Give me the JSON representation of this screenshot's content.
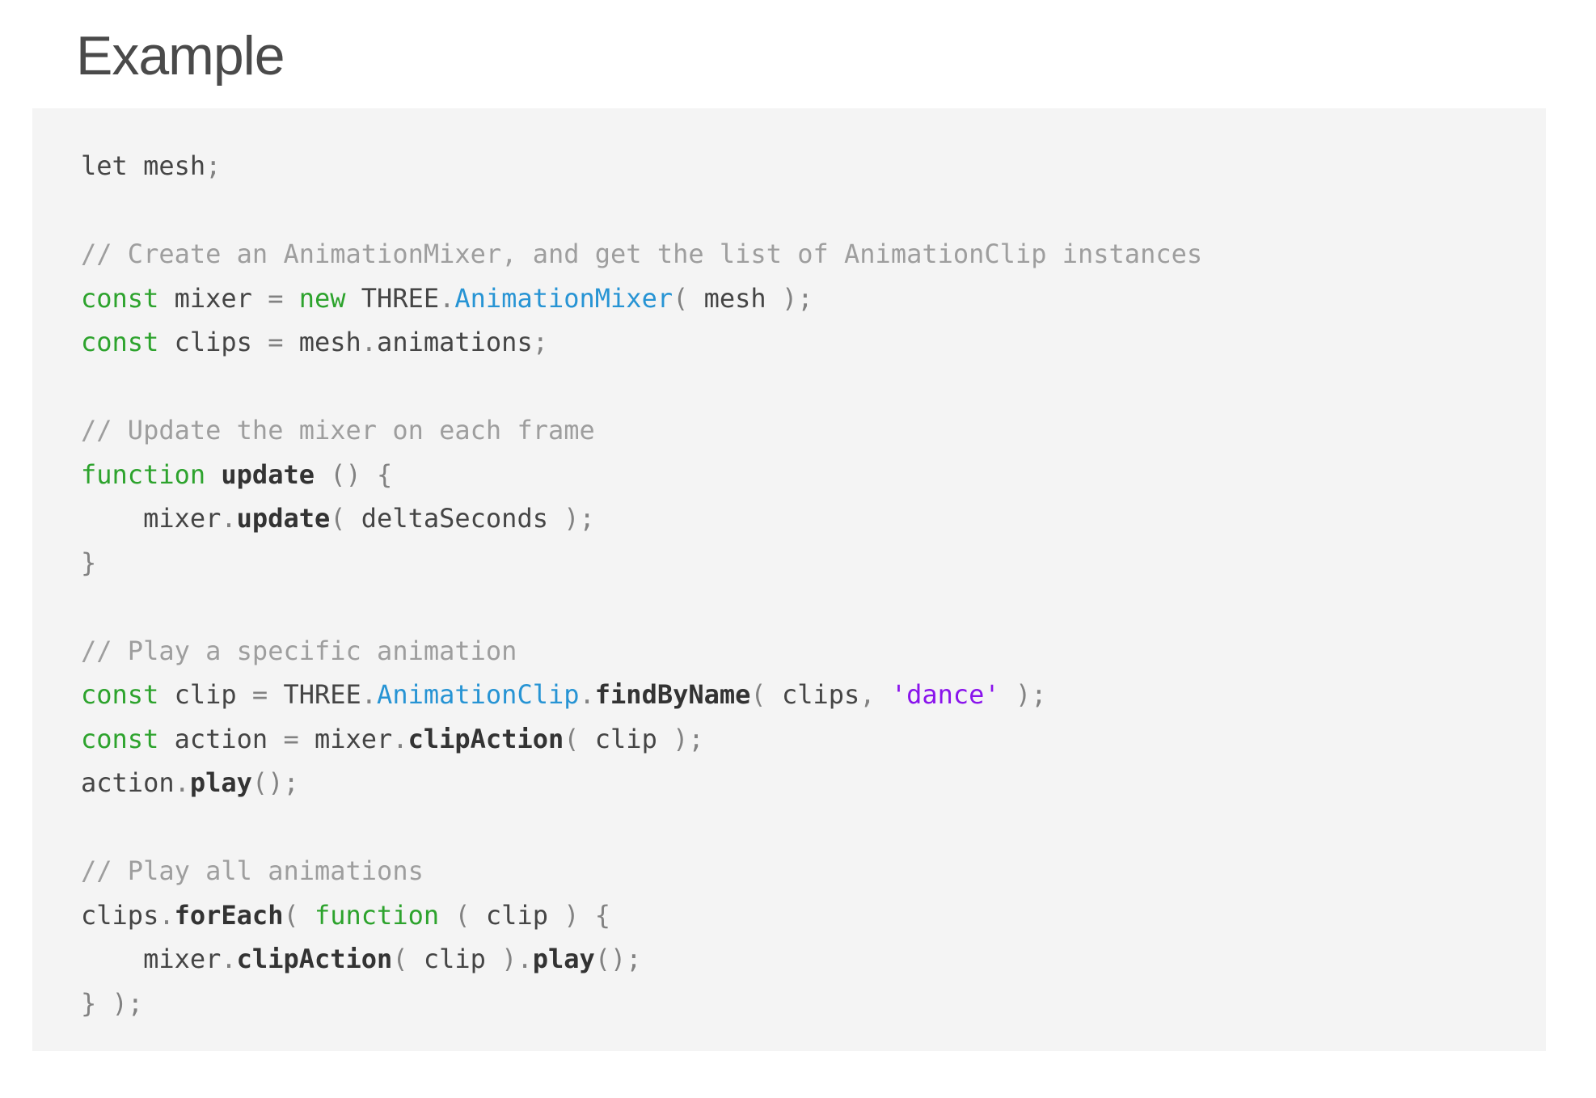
{
  "page": {
    "title": "Example"
  },
  "colors": {
    "page_bg": "#ffffff",
    "code_bg": "#f4f4f4",
    "heading": "#4a4a4a",
    "code_default": "#454545",
    "punctuation": "#828282",
    "comment": "#9e9e9e",
    "keyword": "#2da32d",
    "class_link": "#2794d4",
    "string": "#8a14ec",
    "method": "#333333"
  },
  "code": {
    "language": "javascript",
    "lines": [
      [
        [
          "plain",
          "let mesh"
        ],
        [
          "punct",
          ";"
        ]
      ],
      [],
      [
        [
          "comment",
          "// Create an AnimationMixer, and get the list of AnimationClip instances"
        ]
      ],
      [
        [
          "kw",
          "const"
        ],
        [
          "plain",
          " mixer "
        ],
        [
          "punct",
          "="
        ],
        [
          "plain",
          " "
        ],
        [
          "kw",
          "new"
        ],
        [
          "plain",
          " THREE"
        ],
        [
          "punct",
          "."
        ],
        [
          "cls",
          "AnimationMixer"
        ],
        [
          "punct",
          "( "
        ],
        [
          "plain",
          "mesh"
        ],
        [
          "punct",
          " );"
        ]
      ],
      [
        [
          "kw",
          "const"
        ],
        [
          "plain",
          " clips "
        ],
        [
          "punct",
          "="
        ],
        [
          "plain",
          " mesh"
        ],
        [
          "punct",
          "."
        ],
        [
          "plain",
          "animations"
        ],
        [
          "punct",
          ";"
        ]
      ],
      [],
      [
        [
          "comment",
          "// Update the mixer on each frame"
        ]
      ],
      [
        [
          "kw",
          "function"
        ],
        [
          "plain",
          " "
        ],
        [
          "fn",
          "update"
        ],
        [
          "plain",
          " "
        ],
        [
          "punct",
          "() {"
        ]
      ],
      [
        [
          "plain",
          "    mixer"
        ],
        [
          "punct",
          "."
        ],
        [
          "fn",
          "update"
        ],
        [
          "punct",
          "( "
        ],
        [
          "plain",
          "deltaSeconds"
        ],
        [
          "punct",
          " );"
        ]
      ],
      [
        [
          "punct",
          "}"
        ]
      ],
      [],
      [
        [
          "comment",
          "// Play a specific animation"
        ]
      ],
      [
        [
          "kw",
          "const"
        ],
        [
          "plain",
          " clip "
        ],
        [
          "punct",
          "="
        ],
        [
          "plain",
          " THREE"
        ],
        [
          "punct",
          "."
        ],
        [
          "cls",
          "AnimationClip"
        ],
        [
          "punct",
          "."
        ],
        [
          "fn",
          "findByName"
        ],
        [
          "punct",
          "( "
        ],
        [
          "plain",
          "clips"
        ],
        [
          "punct",
          ", "
        ],
        [
          "str",
          "'dance'"
        ],
        [
          "punct",
          " );"
        ]
      ],
      [
        [
          "kw",
          "const"
        ],
        [
          "plain",
          " action "
        ],
        [
          "punct",
          "="
        ],
        [
          "plain",
          " mixer"
        ],
        [
          "punct",
          "."
        ],
        [
          "fn",
          "clipAction"
        ],
        [
          "punct",
          "( "
        ],
        [
          "plain",
          "clip"
        ],
        [
          "punct",
          " );"
        ]
      ],
      [
        [
          "plain",
          "action"
        ],
        [
          "punct",
          "."
        ],
        [
          "fn",
          "play"
        ],
        [
          "punct",
          "();"
        ]
      ],
      [],
      [
        [
          "comment",
          "// Play all animations"
        ]
      ],
      [
        [
          "plain",
          "clips"
        ],
        [
          "punct",
          "."
        ],
        [
          "fn",
          "forEach"
        ],
        [
          "punct",
          "( "
        ],
        [
          "kw",
          "function"
        ],
        [
          "plain",
          " "
        ],
        [
          "punct",
          "( "
        ],
        [
          "plain",
          "clip"
        ],
        [
          "punct",
          " ) {"
        ]
      ],
      [
        [
          "plain",
          "    mixer"
        ],
        [
          "punct",
          "."
        ],
        [
          "fn",
          "clipAction"
        ],
        [
          "punct",
          "( "
        ],
        [
          "plain",
          "clip"
        ],
        [
          "punct",
          " )."
        ],
        [
          "fn",
          "play"
        ],
        [
          "punct",
          "();"
        ]
      ],
      [
        [
          "punct",
          "} );"
        ]
      ]
    ]
  }
}
